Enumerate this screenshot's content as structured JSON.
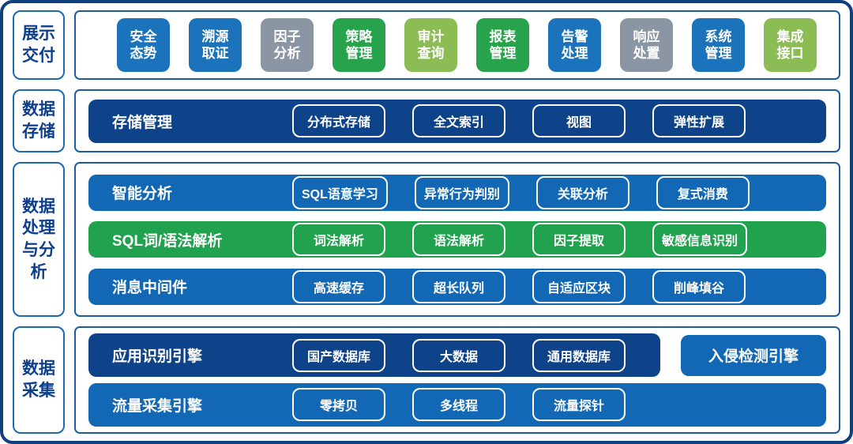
{
  "palette": {
    "blue": "#1a73bb",
    "bar_blue": "#1368b5",
    "navy": "#0e4389",
    "green": "#27a34b",
    "bar_green": "#21a24e",
    "gray": "#8b96a5",
    "light_green": "#8cbd55",
    "frame_border": "#0f3f7e",
    "panel_border": "#1d5c9e",
    "label_border": "#1b6ab3",
    "label_text": "#0d3f8a"
  },
  "sections": [
    {
      "label": "展示\n交付",
      "boxes": [
        {
          "label": "安全\n态势",
          "color": "blue"
        },
        {
          "label": "溯源\n取证",
          "color": "blue"
        },
        {
          "label": "因子\n分析",
          "color": "gray"
        },
        {
          "label": "策略\n管理",
          "color": "green"
        },
        {
          "label": "审计\n查询",
          "color": "light_green"
        },
        {
          "label": "报表\n管理",
          "color": "green"
        },
        {
          "label": "告警\n处理",
          "color": "blue"
        },
        {
          "label": "响应\n处置",
          "color": "gray"
        },
        {
          "label": "系统\n管理",
          "color": "blue"
        },
        {
          "label": "集成\n接口",
          "color": "light_green"
        }
      ]
    },
    {
      "label": "数据\n存储",
      "rows": [
        {
          "title": "存储管理",
          "color": "navy",
          "pills": [
            "分布式存储",
            "全文索引",
            "视图",
            "弹性扩展"
          ]
        }
      ]
    },
    {
      "label": "数据\n处理\n与分\n析",
      "rows": [
        {
          "title": "智能分析",
          "color": "bar_blue",
          "pills": [
            "SQL语意学习",
            "异常行为判别",
            "关联分析",
            "复式消费"
          ]
        },
        {
          "title": "SQL词/语法解析",
          "color": "bar_green",
          "pills": [
            "词法解析",
            "语法解析",
            "因子提取",
            "敏感信息识别"
          ]
        },
        {
          "title": "消息中间件",
          "color": "bar_blue",
          "pills": [
            "高速缓存",
            "超长队列",
            "自适应区块",
            "削峰填谷"
          ]
        }
      ]
    },
    {
      "label": "数据\n采集",
      "rows": [
        {
          "title": "应用识别引擎",
          "color": "navy",
          "pills": [
            "国产数据库",
            "大数据",
            "通用数据库"
          ],
          "side_bar": {
            "label": "入侵检测引擎",
            "color": "bar_blue"
          }
        },
        {
          "title": "流量采集引擎",
          "color": "bar_blue",
          "pills": [
            "零拷贝",
            "多线程",
            "流量探针"
          ]
        }
      ]
    }
  ]
}
